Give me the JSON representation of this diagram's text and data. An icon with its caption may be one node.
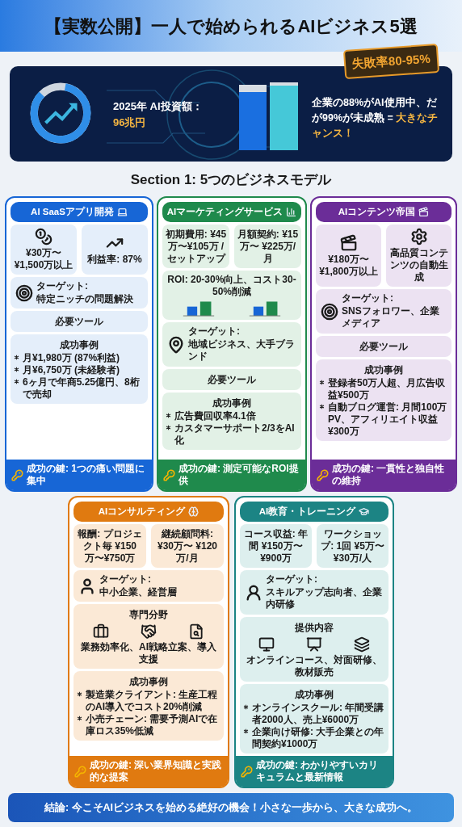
{
  "diagram": {
    "title": "【実数公開】一人で始められるAIビジネス5選",
    "nodes": [
      {
        "text": [
          "2025年 AI投資額：**96兆円**",
          "企業の88%がAI使用中、だが99%が未成熟 = **大きなチャンス！**"
        ]
      },
      {
        "text": [
          "失敗率80-95%"
        ]
      },
      {
        "text": [
          "AI SaaSアプリ開発"
        ]
      },
      {
        "text": [
          "¥30万〜 ¥1,500万以上"
        ],
        "in": 2
      },
      {
        "text": [
          "利益率: 87%"
        ],
        "in": 2
      },
      {
        "text": [
          "ターゲット:",
          "特定ニッチの問題解決"
        ],
        "in": 2
      },
      {
        "text": [
          "必要ツール"
        ],
        "in": 2
      },
      {
        "text": [
          "成功事例",
          "月¥1,980万 (87%利益)",
          "月¥6,750万 (未経験者)",
          "6ヶ月で年商5.25億円、8桁で売却"
        ],
        "in": 2
      },
      {
        "text": [
          "成功の鍵: 1つの痛い問題に集中"
        ],
        "in": 2
      },
      {
        "text": [
          "AIマーケティングサービス"
        ]
      },
      {
        "text": [
          "初期費用: ¥45万〜¥105万 /セットアップ"
        ],
        "in": 9
      },
      {
        "text": [
          "月額契約: ¥15万〜 ¥225万/月"
        ],
        "in": 9
      },
      {
        "text": [
          "ROI: 20-30%向上、コスト30-50%削減"
        ],
        "in": 9
      },
      {
        "text": [
          "ターゲット:",
          "地域ビジネス、大手ブランド"
        ],
        "in": 9
      },
      {
        "text": [
          "必要ツール"
        ],
        "in": 9
      },
      {
        "text": [
          "成功事例",
          "広告費回収率4.1倍",
          "カスタマーサポート2/3をAI化"
        ],
        "in": 9
      },
      {
        "text": [
          "成功の鍵: 測定可能なROI提供"
        ],
        "in": 9
      },
      {
        "text": [
          "AIコンテンツ帝国"
        ]
      },
      {
        "text": [
          "¥180万〜 ¥1,800万以上"
        ],
        "in": 17
      },
      {
        "text": [
          "高品質コンテンツの自動生成"
        ],
        "in": 17
      },
      {
        "text": [
          "ターゲット:",
          "SNSフォロワー、企業メディア"
        ],
        "in": 17
      },
      {
        "text": [
          "必要ツール"
        ],
        "in": 17
      },
      {
        "text": [
          "成功事例",
          "登録者50万人超、月広告収益¥500万",
          "自動ブログ運営: 月間100万PV、アフィリエイト収益¥300万"
        ],
        "in": 17
      },
      {
        "text": [
          "成功の鍵: 一貫性と独自性の維持"
        ],
        "in": 17
      },
      {
        "text": [
          "AIコンサルティング"
        ]
      },
      {
        "text": [
          "報酬: プロジェクト毎 ¥150万〜¥750万"
        ],
        "in": 24
      },
      {
        "text": [
          "継続顧問料: ¥30万〜 ¥120万/月"
        ],
        "in": 24
      },
      {
        "text": [
          "ターゲット:",
          "中小企業、経営層"
        ],
        "in": 24
      },
      {
        "text": [
          "専門分野",
          "業務効率化、AI戦略立案、導入支援"
        ],
        "in": 24
      },
      {
        "text": [
          "成功事例",
          "製造業クライアント: 生産工程のAI導入でコスト20%削減",
          "小売チェーン: 需要予測AIで在庫ロス35%低減"
        ],
        "in": 24
      },
      {
        "text": [
          "成功の鍵: 深い業界知識と実践的な提案"
        ],
        "in": 24
      },
      {
        "text": [
          "AI教育・トレーニング"
        ]
      },
      {
        "text": [
          "コース収益: 年間 ¥150万〜 ¥900万"
        ],
        "in": 31
      },
      {
        "text": [
          "ワークショップ: 1回 ¥5万〜 ¥30万/人"
        ],
        "in": 31
      },
      {
        "text": [
          "ターゲット:",
          "スキルアップ志向者、企業内研修"
        ],
        "in": 31
      },
      {
        "text": [
          "提供内容",
          "オンラインコース、対面研修、教材販売"
        ],
        "in": 31
      },
      {
        "text": [
          "成功事例",
          "オンラインスクール: 年間受講者2000人、売上¥6000万",
          "企業向け研修: 大手企業との年間契約¥1000万"
        ],
        "in": 31
      },
      {
        "text": [
          "成功の鍵: わかりやすいカリキュラムと最新情報"
        ],
        "in": 31
      },
      {
        "text": [
          "結論: 今こそAIビジネスを始める絶好の機会！小さな一歩から、大きな成功へ。"
        ]
      }
    ],
    "labels": [
      "Section 1: 5つのビジネスモデル"
    ]
  }
}
